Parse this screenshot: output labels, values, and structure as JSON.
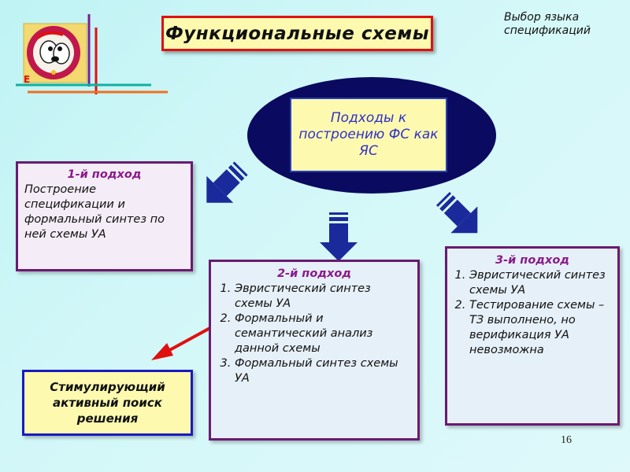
{
  "title": "Функциональные схемы",
  "corner_note": "Выбор языка спецификаций",
  "center": {
    "text": "Подходы к построению ФС как ЯС"
  },
  "approach1": {
    "heading": "1-й подход",
    "text": "Построение спецификации и формальный синтез по ней схемы УА"
  },
  "approach2": {
    "heading": "2-й подход",
    "items": [
      "Эвристический синтез схемы УА",
      "Формальный и семантический анализ данной схемы",
      "Формальный синтез схемы УА"
    ]
  },
  "approach3": {
    "heading": "3-й подход",
    "items": [
      "Эвристический синтез схемы УА",
      "Тестирование схемы – ТЗ выполнено, но верификация УА невозможна"
    ]
  },
  "stimulus": {
    "text": "Стимулирующий активный поиск решения"
  },
  "page_number": "16",
  "colors": {
    "title_border": "#e01010",
    "ellipse": "#0a0a60",
    "arrow": "#1a2a9a",
    "heading": "#8a1a8a",
    "red_arrow": "#e01010"
  }
}
